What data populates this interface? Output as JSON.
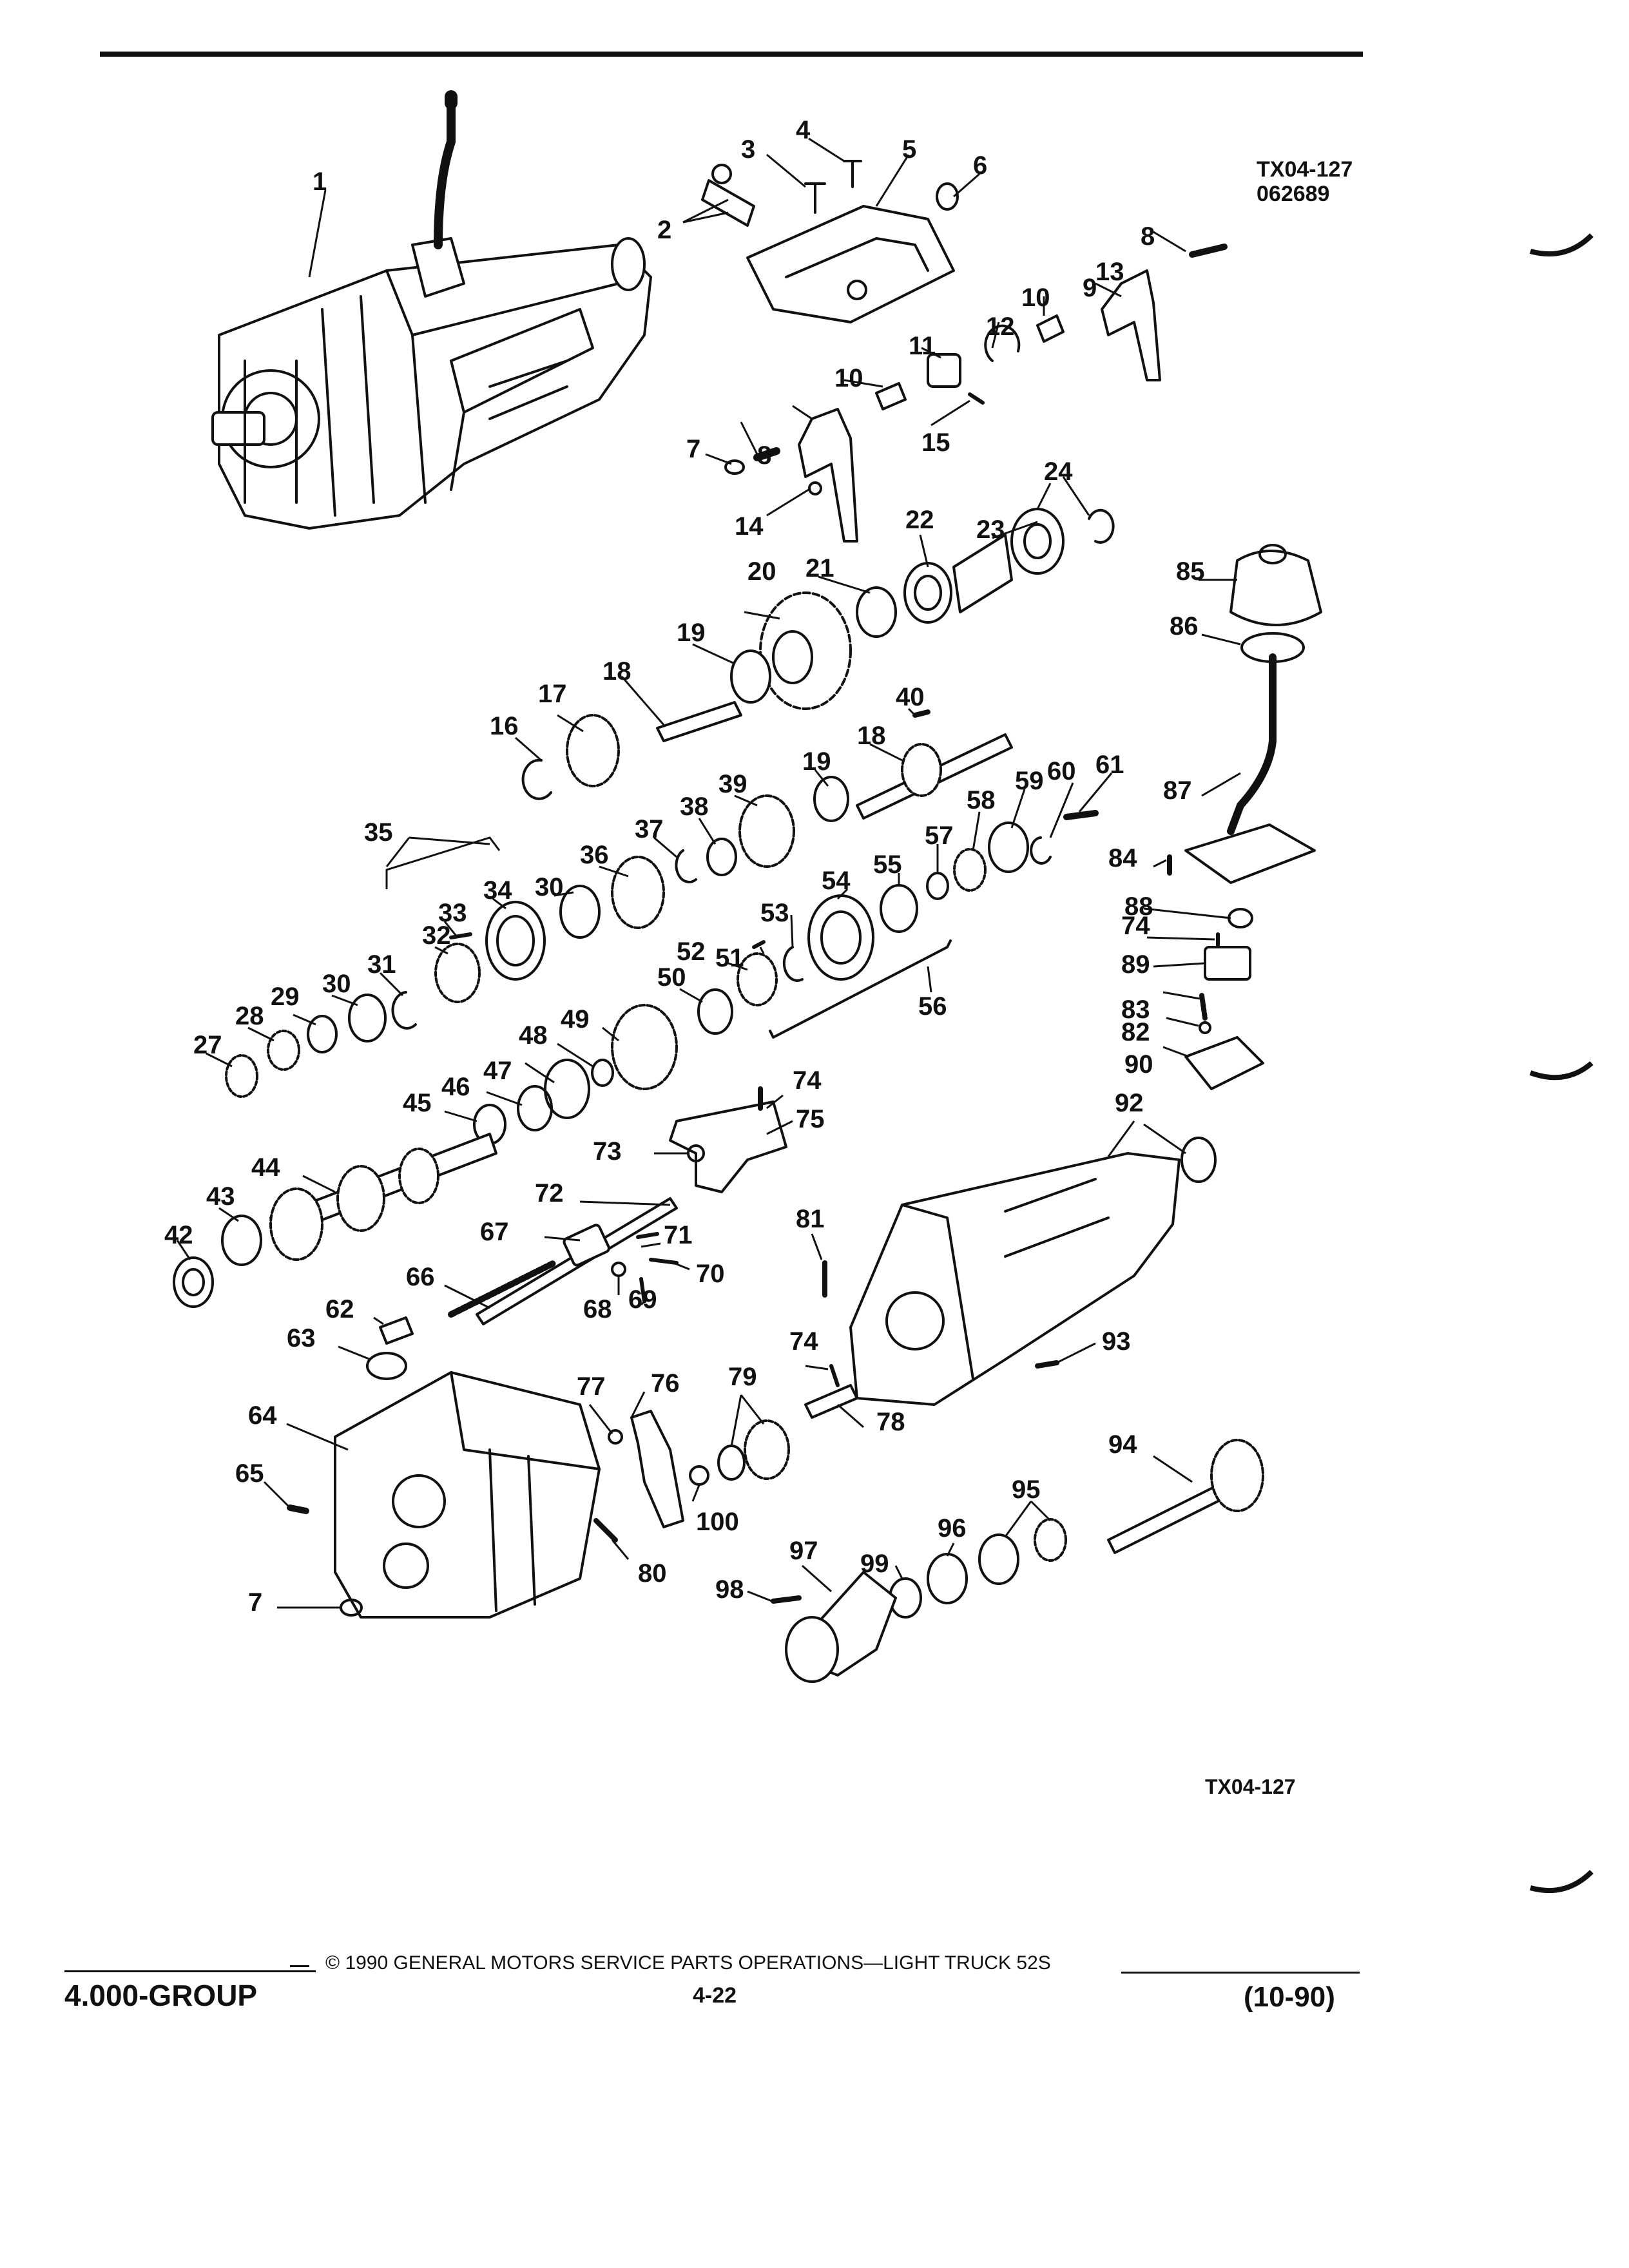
{
  "figure": {
    "code_top": "TX04-127",
    "date_code": "062689",
    "code_bottom": "TX04-127"
  },
  "callouts": [
    "1",
    "2",
    "3",
    "4",
    "5",
    "6",
    "7",
    "8",
    "9",
    "10",
    "10",
    "11",
    "12",
    "13",
    "14",
    "15",
    "16",
    "17",
    "18",
    "18",
    "19",
    "19",
    "20",
    "21",
    "22",
    "23",
    "24",
    "27",
    "28",
    "29",
    "30",
    "30",
    "31",
    "32",
    "33",
    "34",
    "35",
    "36",
    "37",
    "38",
    "39",
    "40",
    "42",
    "43",
    "44",
    "45",
    "46",
    "47",
    "48",
    "49",
    "50",
    "51",
    "52",
    "53",
    "54",
    "55",
    "56",
    "57",
    "58",
    "59",
    "60",
    "61",
    "62",
    "63",
    "64",
    "65",
    "66",
    "67",
    "68",
    "69",
    "70",
    "71",
    "72",
    "73",
    "74",
    "74",
    "74",
    "75",
    "76",
    "77",
    "78",
    "79",
    "80",
    "81",
    "82",
    "83",
    "84",
    "85",
    "86",
    "87",
    "88",
    "89",
    "90",
    "92",
    "93",
    "94",
    "95",
    "96",
    "97",
    "98",
    "99",
    "100",
    "7",
    "8"
  ],
  "footer": {
    "copyright": "© 1990 GENERAL MOTORS SERVICE PARTS OPERATIONS—LIGHT TRUCK 52S",
    "group": "4.000-GROUP",
    "page": "4-22",
    "date": "(10-90)"
  },
  "colors": {
    "ink": "#111111",
    "paper": "#ffffff"
  }
}
